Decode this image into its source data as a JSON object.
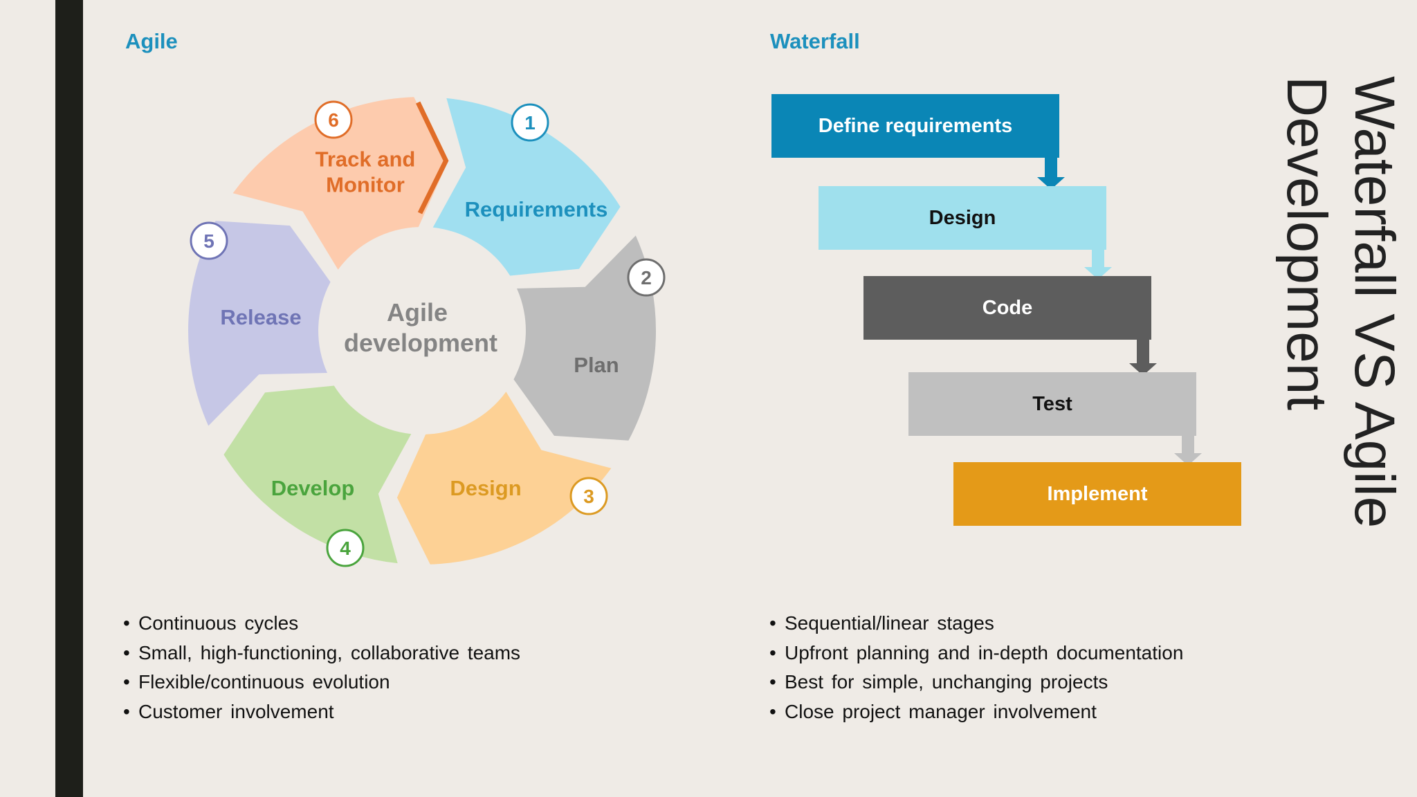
{
  "agile": {
    "heading": "Agile",
    "center": [
      "Agile",
      "development"
    ],
    "segments": [
      {
        "num": "1",
        "label": [
          "Requirements"
        ],
        "color": "#a0dff0",
        "text_color": "#1c90bd"
      },
      {
        "num": "2",
        "label": [
          "Plan"
        ],
        "color": "#bdbdbd",
        "text_color": "#6e6e6e"
      },
      {
        "num": "3",
        "label": [
          "Design"
        ],
        "color": "#fdd195",
        "text_color": "#dc9a22"
      },
      {
        "num": "4",
        "label": [
          "Develop"
        ],
        "color": "#c2e0a5",
        "text_color": "#4aa43d"
      },
      {
        "num": "5",
        "label": [
          "Release"
        ],
        "color": "#c6c7e6",
        "text_color": "#6f74b5"
      },
      {
        "num": "6",
        "label": [
          "Track and",
          "Monitor"
        ],
        "color": "#fdcbad",
        "text_color": "#e06d28"
      }
    ],
    "bullets": [
      "Continuous cycles",
      "Small, high-functioning, collaborative teams",
      "Flexible/continuous evolution",
      "Customer involvement"
    ]
  },
  "waterfall": {
    "heading": "Waterfall",
    "steps": [
      {
        "label": "Define requirements",
        "color": "#0a86b6",
        "text_color": "#ffffff"
      },
      {
        "label": "Design",
        "color": "#9fe0ed",
        "text_color": "#111111"
      },
      {
        "label": "Code",
        "color": "#5d5d5d",
        "text_color": "#ffffff"
      },
      {
        "label": "Test",
        "color": "#c0c0c0",
        "text_color": "#111111"
      },
      {
        "label": "Implement",
        "color": "#e49a18",
        "text_color": "#ffffff"
      }
    ],
    "bullets": [
      "Sequential/linear stages",
      "Upfront planning and in-depth documentation",
      "Best for simple, unchanging projects",
      "Close project manager involvement"
    ]
  },
  "title": [
    "Waterfall VS Agile",
    "Development"
  ]
}
